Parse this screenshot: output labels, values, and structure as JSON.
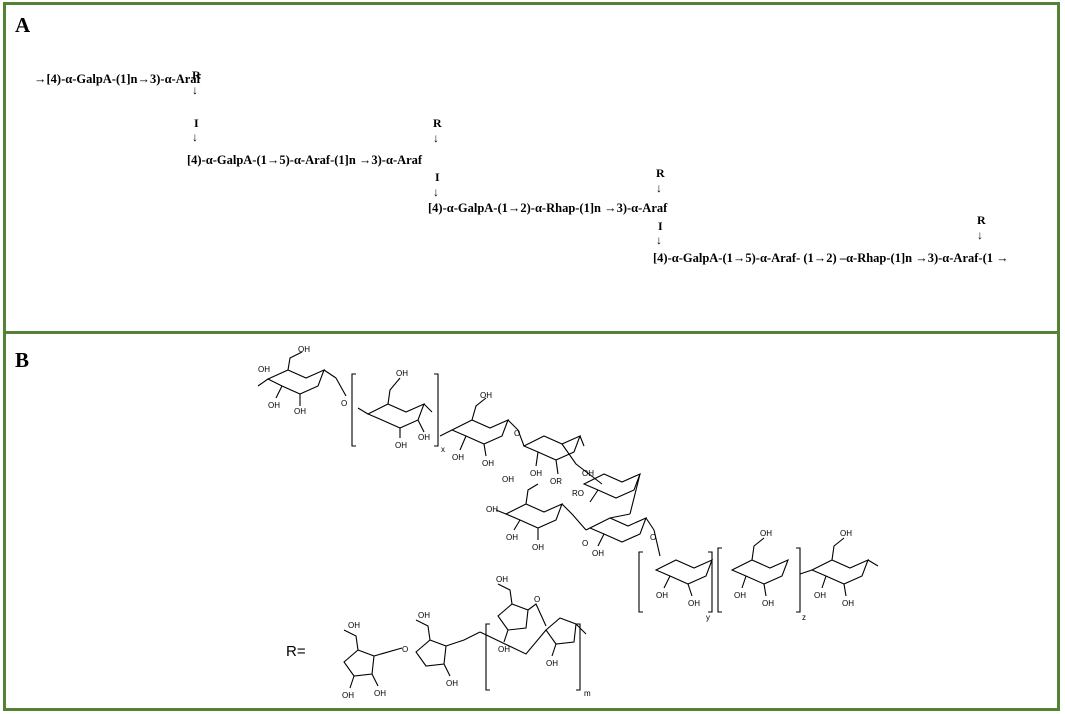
{
  "panel_a": {
    "label": "A",
    "branch_symbol": "R",
    "arrow_down": "↓",
    "link_mark": "I",
    "chains": [
      "→[4)-α-GalpA-(1]n→3)-α-Araf",
      "[4)-α-GalpA-(1→5)-α-Araf-(1]n →3)-α-Araf",
      "[4)-α-GalpA-(1→2)-α-Rhap-(1]n →3)-α-Araf",
      "[4)-α-GalpA-(1→5)-α-Araf- (1→2) –α-Rhap-(1]n →3)-α-Araf-(1 →"
    ]
  },
  "panel_b": {
    "label": "B",
    "r_label": "R=",
    "substituent_labels": {
      "hydroxyl": "OH",
      "ether_o": "O",
      "or_group": "OR",
      "ro_group": "RO"
    },
    "repeat_subscripts": [
      "x",
      "y",
      "z",
      "m"
    ]
  }
}
